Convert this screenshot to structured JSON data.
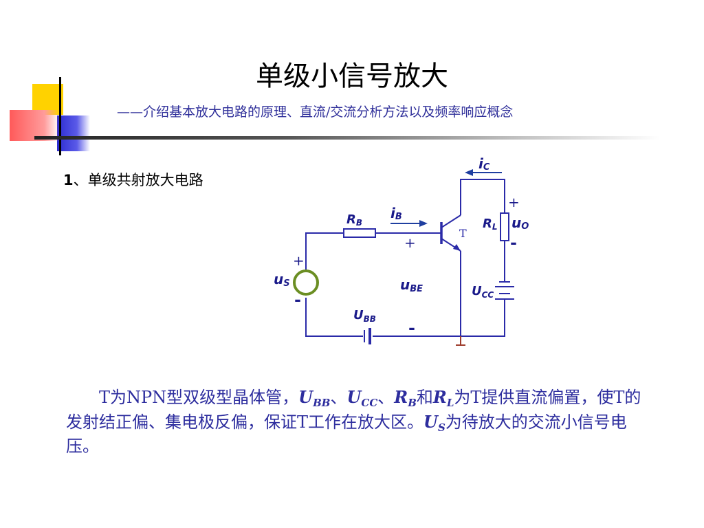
{
  "title": "单级小信号放大",
  "subtitle": "——介绍基本放大电路的原理、直流/交流分析方法以及频率响应概念",
  "section": {
    "num": "1",
    "text": "、单级共射放大电路"
  },
  "circuit": {
    "transistor_label": "T",
    "labels": {
      "iC_main": "i",
      "iC_sub": "C",
      "iB_main": "i",
      "iB_sub": "B",
      "RB_main": "R",
      "RB_sub": "B",
      "RL_main": "R",
      "RL_sub": "L",
      "uO_main": "u",
      "uO_sub": "O",
      "uS_main": "u",
      "uS_sub": "S",
      "uBE_main": "u",
      "uBE_sub": "BE",
      "UCC_main": "U",
      "UCC_sub": "CC",
      "UBB_main": "U",
      "UBB_sub": "BB"
    },
    "plus": "+",
    "minus": "-"
  },
  "paragraph": {
    "p1": "T为NPN型双级型晶体管，",
    "UBB": "U",
    "UBB_sub": "BB",
    "sep1": "、",
    "UCC": "U",
    "UCC_sub": "CC",
    "sep2": "、",
    "RB": "R",
    "RB_sub": "B",
    "and": "和",
    "RL": "R",
    "RL_sub": "L",
    "p2": "为T提供直流偏置，使T的发射结正偏、集电极反偏，保证T工作在放大区。",
    "US": "U",
    "US_sub": "S",
    "p3": "为待放大的交流小信号电压。"
  },
  "colors": {
    "wire": "#2a2aa8",
    "arrow": "#1f3fa0",
    "source_ring": "#6b8e23",
    "ground": "#9e3c2c",
    "text_blue": "#2d2d9e"
  }
}
